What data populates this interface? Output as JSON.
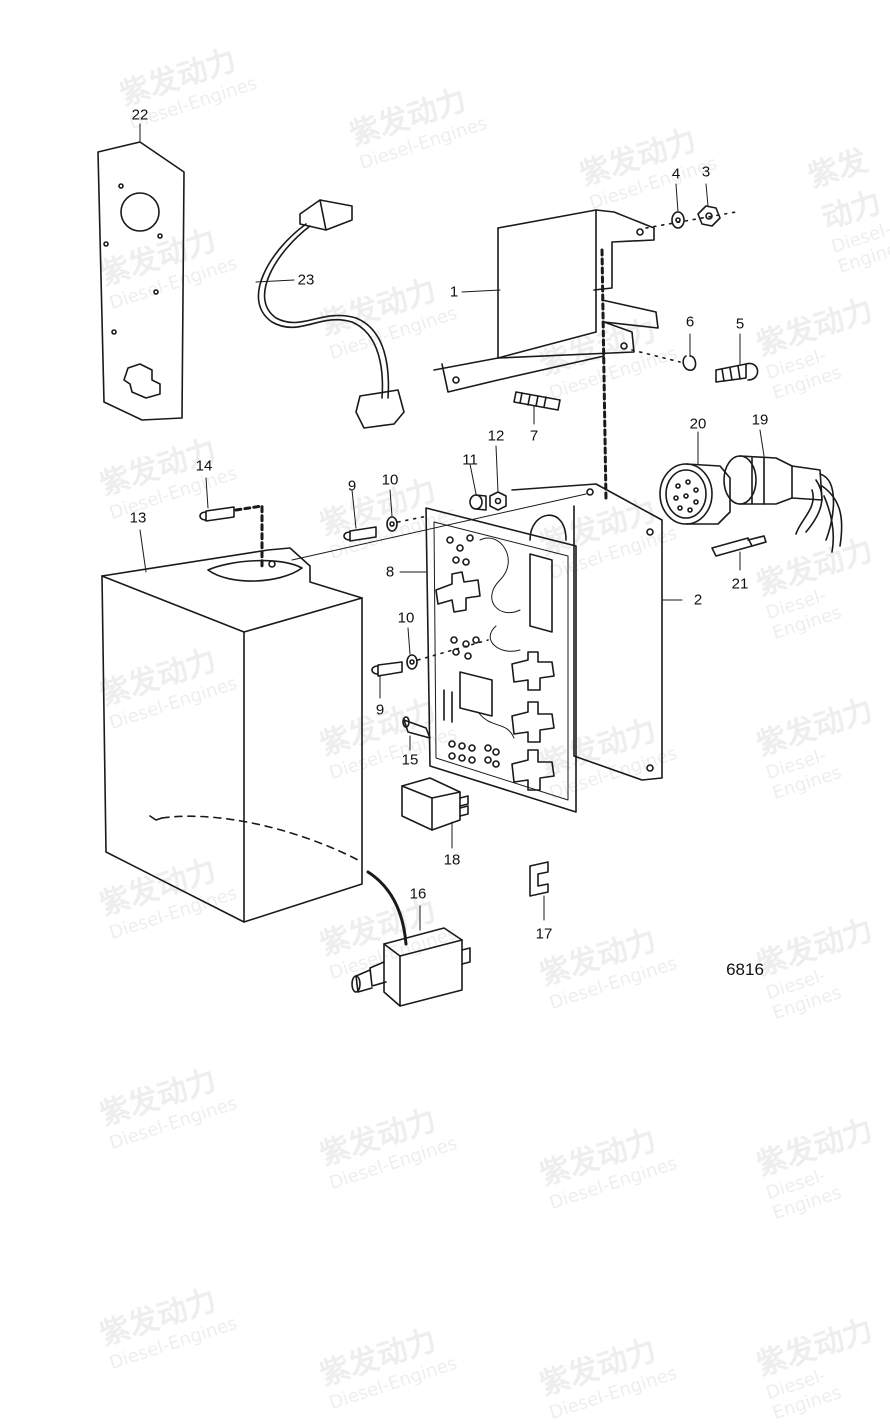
{
  "watermark": {
    "cn": "紫发动力",
    "en": "Diesel-Engines"
  },
  "figure_number": "6816",
  "callouts": {
    "c1": "1",
    "c2": "2",
    "c3": "3",
    "c4": "4",
    "c5": "5",
    "c6": "6",
    "c7": "7",
    "c8": "8",
    "c9a": "9",
    "c9b": "9",
    "c10a": "10",
    "c10b": "10",
    "c11": "11",
    "c12": "12",
    "c13": "13",
    "c14": "14",
    "c15": "15",
    "c16": "16",
    "c17": "17",
    "c18": "18",
    "c19": "19",
    "c20": "20",
    "c21": "21",
    "c22": "22",
    "c23": "23"
  },
  "colors": {
    "line": "#1a1a1a",
    "watermark": "#a0a0a0"
  }
}
